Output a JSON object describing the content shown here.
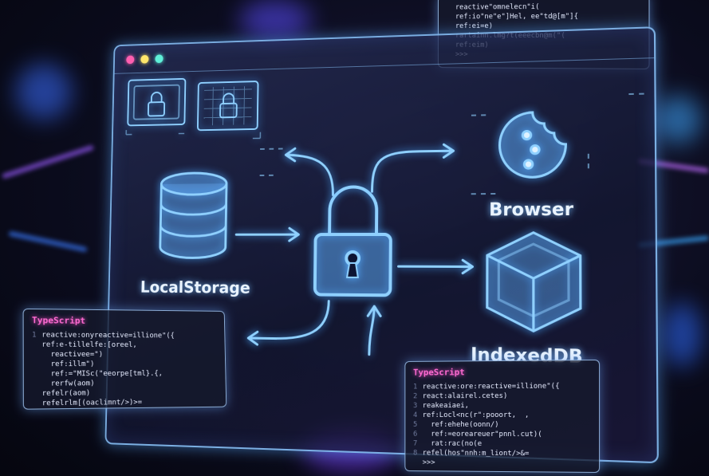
{
  "labels": {
    "browser": "Browser",
    "local_storage": "LocalStorage",
    "indexed_db": "IndexedDB"
  },
  "code_panels": {
    "left": {
      "title": "TypeScript",
      "lines": [
        {
          "n": "1",
          "text": "reactive:onyreactive=illione\"({"
        },
        {
          "n": "",
          "text": "ref:e-tillelfe:[oreel,"
        },
        {
          "n": "",
          "text": "  reactivee=\")"
        },
        {
          "n": "",
          "text": "  ref:illm\")"
        },
        {
          "n": "",
          "text": "  ref:=\"MISc(\"eeorpe[tml}.{,"
        },
        {
          "n": "",
          "text": "  rerfw(aom)"
        },
        {
          "n": "",
          "text": "refelr(aom)"
        },
        {
          "n": "",
          "text": "refelrlm[(oaclimnt/>)>="
        },
        {
          "n": "",
          "text": ">>"
        }
      ]
    },
    "right": {
      "title": "TypeScript",
      "lines": [
        {
          "n": "1",
          "text": "reactive:ore:reactive=illione\"({"
        },
        {
          "n": "2",
          "text": "react:alairel.cetes)"
        },
        {
          "n": "3",
          "text": "reakeaiaei,"
        },
        {
          "n": "4",
          "text": "ref:Locl<nc(r\":pooort,  ,"
        },
        {
          "n": "5",
          "text": "  ref:ehehe(oonn/)"
        },
        {
          "n": "6",
          "text": "  ref:=eoreareuer\"pnnl.cut)("
        },
        {
          "n": "7",
          "text": "  rat:rac(no(e"
        },
        {
          "n": "8",
          "text": "refel(hos\"nnh:m_liont/>&="
        },
        {
          "n": "",
          "text": ">>>"
        }
      ]
    },
    "top": {
      "lines": [
        {
          "n": "",
          "text": "reactive\"omnelecn\"i("
        },
        {
          "n": "",
          "text": "ref:io\"ne\"e\"]Hel, ee\"td@[m\"]{"
        },
        {
          "n": "",
          "text": "ref:ei=e)"
        },
        {
          "n": "",
          "text": "rartainn.lmg?t(eeecbn@m(\"("
        },
        {
          "n": "",
          "text": "ref:eim)"
        },
        {
          "n": "",
          "text": ">>>"
        }
      ]
    }
  },
  "colors": {
    "glow": "#8fd0ff",
    "code_keyword": "#ff7ad9",
    "dot_red": "#ff5fb0",
    "dot_yellow": "#ffe66b",
    "dot_green": "#5ff0d8"
  },
  "icons": [
    "lock-icon",
    "database-icon",
    "cube-icon",
    "browser-cookie-icon",
    "arrow-icon"
  ]
}
